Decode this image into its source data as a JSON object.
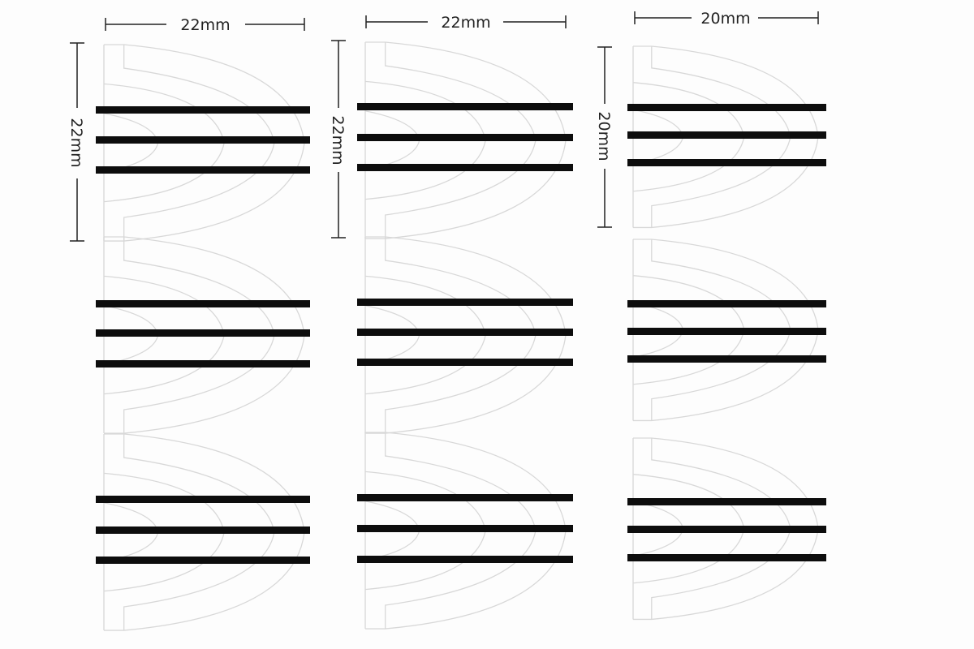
{
  "dimensions": {
    "col1_width": "22mm",
    "col1_height": "22mm",
    "col2_width": "22mm",
    "col2_height": "22mm",
    "col3_width": "20mm",
    "col3_height": "20mm"
  },
  "grid": {
    "rows": 3,
    "columns": 3,
    "stripes_per_pad": 3
  },
  "colors": {
    "stripe": "#0d0d0d",
    "outline": "#d8d8d8",
    "dimension": "#222222"
  }
}
